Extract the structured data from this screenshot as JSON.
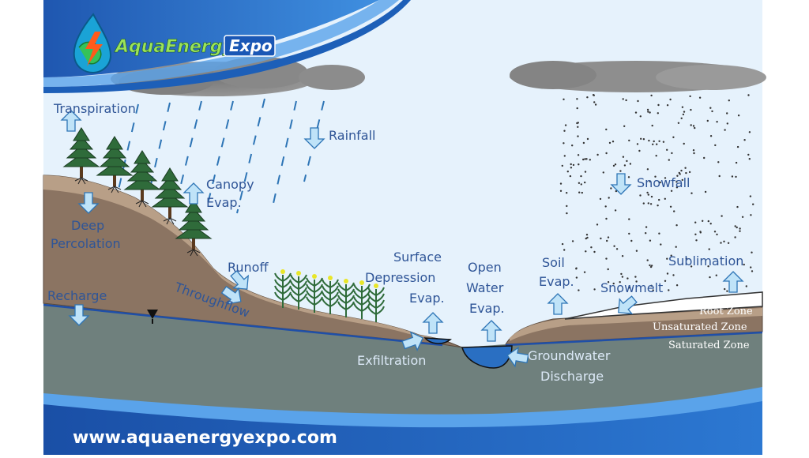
{
  "brand": {
    "name_part1": "AquaEnergy",
    "name_part2": "Expo",
    "website": "www.aquaenergyexpo.com"
  },
  "labels": {
    "transpiration": "Transpiration",
    "rainfall": "Rainfall",
    "canopy_evap_1": "Canopy",
    "canopy_evap_2": "Evap.",
    "deep_percolation_1": "Deep",
    "deep_percolation_2": "Percolation",
    "runoff": "Runoff",
    "recharge": "Recharge",
    "throughflow": "Throughflow",
    "surface_depression_1": "Surface",
    "surface_depression_2": "Depression",
    "surface_depression_3": "Evap.",
    "open_water_1": "Open",
    "open_water_2": "Water",
    "open_water_3": "Evap.",
    "soil_evap_1": "Soil",
    "soil_evap_2": "Evap.",
    "snowfall": "Snowfall",
    "sublimation": "Sublimation",
    "snowmelt": "Snowmelt",
    "exfiltration": "Exfiltration",
    "groundwater_discharge_1": "Groundwater",
    "groundwater_discharge_2": "Discharge"
  },
  "zones": {
    "root": "Root Zone",
    "unsaturated": "Unsaturated Zone",
    "saturated": "Saturated Zone"
  },
  "colors": {
    "sky": "#e6f2fc",
    "frame_blue": "#1d5fb8",
    "soil": "#8b7462",
    "groundwater": "#6e7f7c",
    "water": "#2a6fc2",
    "label": "#2f5597"
  }
}
